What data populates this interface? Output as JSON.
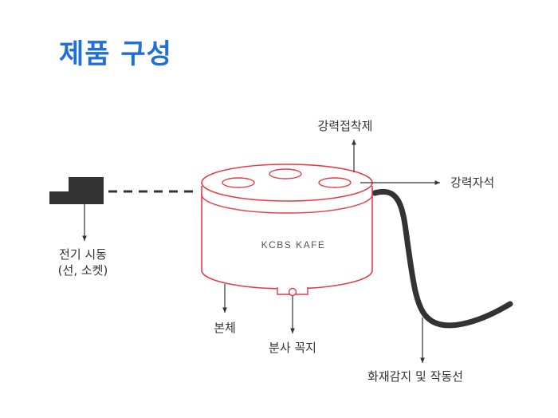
{
  "title": "제품 구성",
  "colors": {
    "title": "#1f6fd6",
    "outline": "#e83a48",
    "dark": "#333333",
    "brand_text": "#555555"
  },
  "device": {
    "brand": "KCBS KAFE"
  },
  "labels": {
    "magnetic_adhesive": "강력접착제",
    "strong_magnet": "강력자석",
    "power_line1": "전기 시동",
    "power_line2": "(선, 소켓)",
    "body": "본체",
    "nozzle": "분사 꼭지",
    "fire_sensor": "화재감지 및 작동선"
  }
}
